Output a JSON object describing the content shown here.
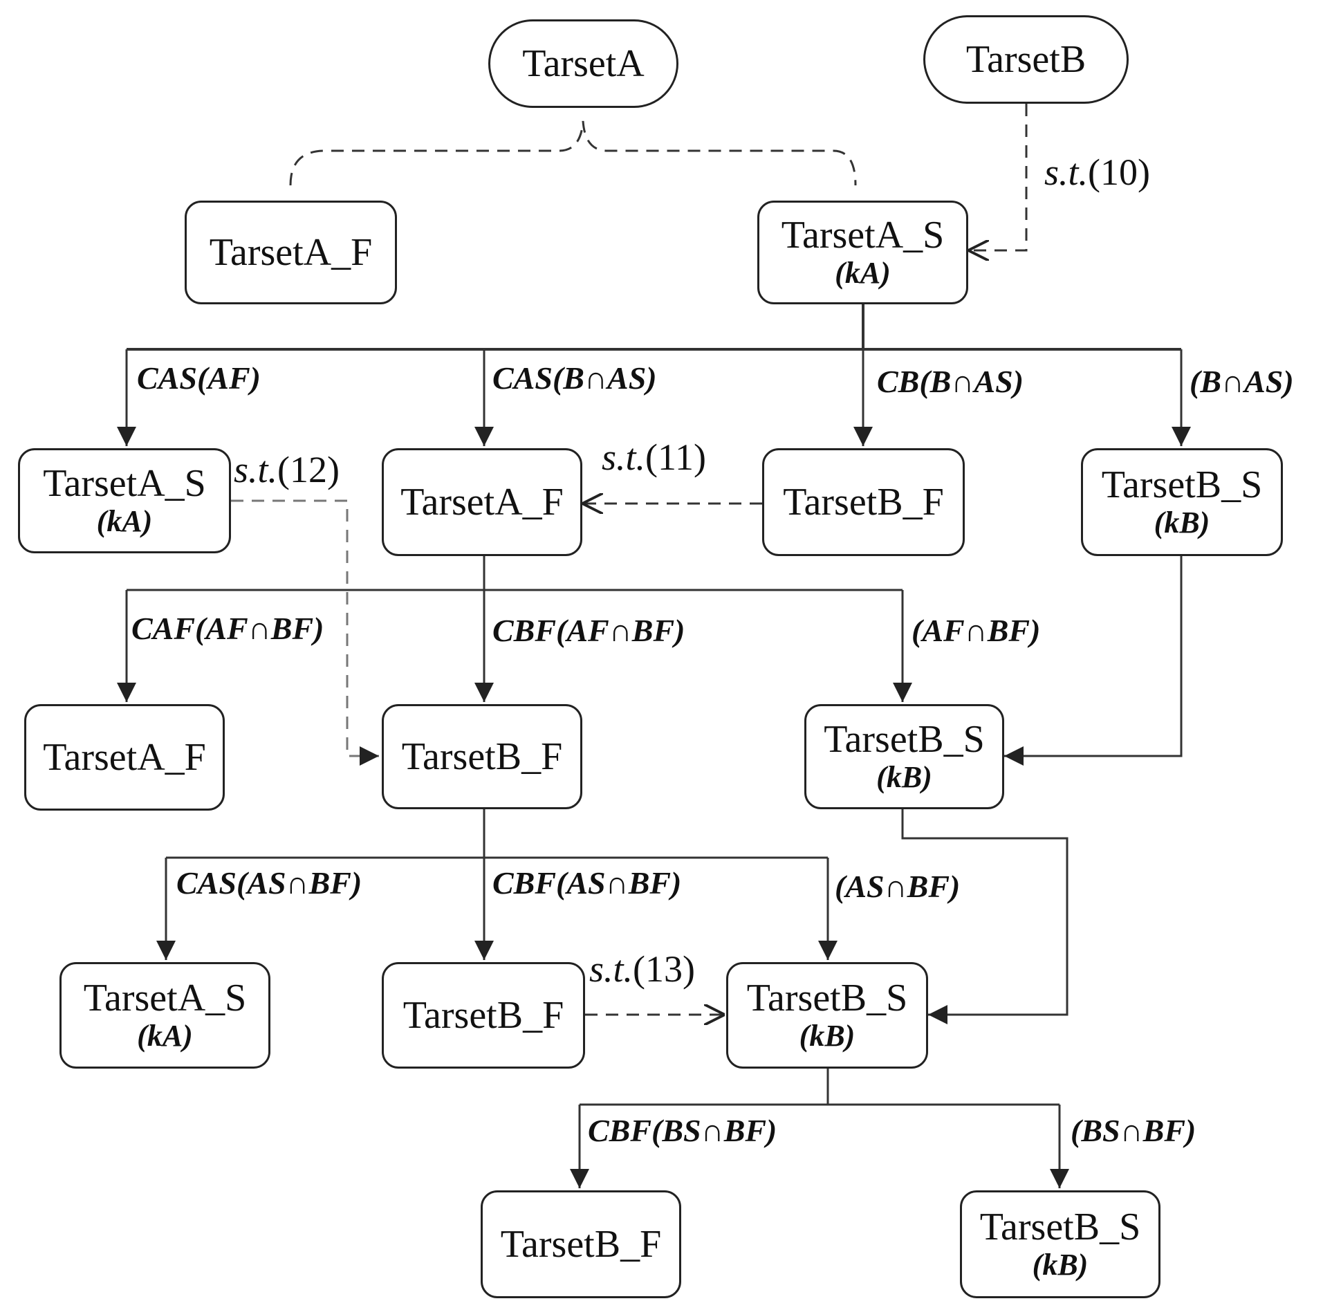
{
  "nodes": {
    "tarsetA_root": {
      "name": "TarsetA"
    },
    "tarsetB_root": {
      "name": "TarsetB"
    },
    "l1_a_f": {
      "name": "TarsetA_F"
    },
    "l1_a_s": {
      "name": "TarsetA_S",
      "param": "(kA)"
    },
    "l2_a_s": {
      "name": "TarsetA_S",
      "param": "(kA)"
    },
    "l2_a_f": {
      "name": "TarsetA_F"
    },
    "l2_b_f": {
      "name": "TarsetB_F"
    },
    "l2_b_s": {
      "name": "TarsetB_S",
      "param": "(kB)"
    },
    "l3_a_f": {
      "name": "TarsetA_F"
    },
    "l3_b_f": {
      "name": "TarsetB_F"
    },
    "l3_b_s": {
      "name": "TarsetB_S",
      "param": "(kB)"
    },
    "l4_a_s": {
      "name": "TarsetA_S",
      "param": "(kA)"
    },
    "l4_b_f": {
      "name": "TarsetB_F"
    },
    "l4_b_s": {
      "name": "TarsetB_S",
      "param": "(kB)"
    },
    "l5_b_f": {
      "name": "TarsetB_F"
    },
    "l5_b_s": {
      "name": "TarsetB_S",
      "param": "(kB)"
    }
  },
  "edge_labels": {
    "cas_af": "CAS(AF)",
    "cas_b_as": "CAS(B∩AS)",
    "cb_b_as": "CB(B∩AS)",
    "b_as": "(B∩AS)",
    "caf_af_bf": "CAF(AF∩BF)",
    "cbf_af_bf": "CBF(AF∩BF)",
    "af_bf": "(AF∩BF)",
    "cas_as_bf": "CAS(AS∩BF)",
    "cbf_as_bf": "CBF(AS∩BF)",
    "as_bf": "(AS∩BF)",
    "cbf_bs_bf": "CBF(BS∩BF)",
    "bs_bf": "(BS∩BF)"
  },
  "constraints": {
    "st_prefix": "s.t.",
    "c10": "(10)",
    "c11": "(11)",
    "c12": "(12)",
    "c13": "(13)"
  }
}
